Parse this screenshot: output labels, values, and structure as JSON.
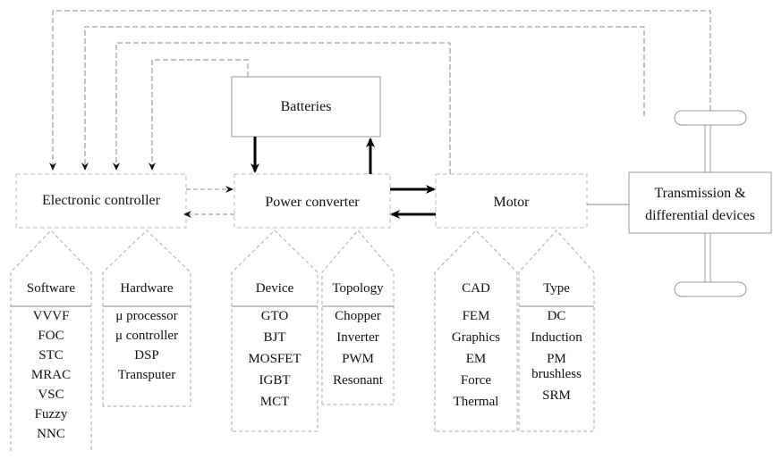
{
  "boxes": {
    "batteries": "Batteries",
    "electronic_controller": "Electronic controller",
    "power_converter": "Power converter",
    "motor": "Motor",
    "transmission": [
      "Transmission &",
      "differential devices"
    ]
  },
  "categories": {
    "software": {
      "header": "Software",
      "items": [
        "VVVF",
        "FOC",
        "STC",
        "MRAC",
        "VSC",
        "Fuzzy",
        "NNC"
      ]
    },
    "hardware": {
      "header": "Hardware",
      "items": [
        "μ processor",
        "μ controller",
        "DSP",
        "Transputer"
      ]
    },
    "device": {
      "header": "Device",
      "items": [
        "GTO",
        "BJT",
        "MOSFET",
        "IGBT",
        "MCT"
      ]
    },
    "topology": {
      "header": "Topology",
      "items": [
        "Chopper",
        "Inverter",
        "PWM",
        "Resonant"
      ]
    },
    "cad": {
      "header": "CAD",
      "items": [
        "FEM",
        "Graphics",
        "EM",
        "Force",
        "Thermal"
      ]
    },
    "type": {
      "header": "Type",
      "items": [
        "DC",
        "Induction",
        "PM brushless",
        "SRM"
      ]
    }
  }
}
